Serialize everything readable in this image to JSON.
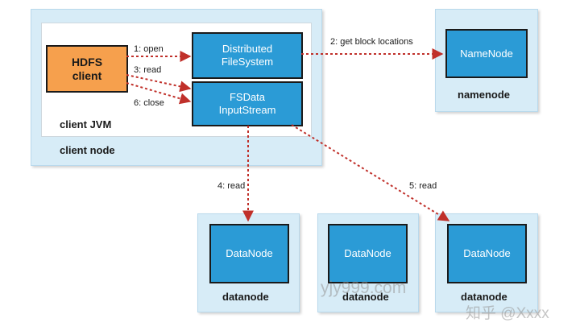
{
  "diagram": {
    "client_node": {
      "label": "client node",
      "jvm_label": "client JVM",
      "hdfs_client": "HDFS\nclient",
      "distributed_fs": "Distributed\nFileSystem",
      "fsdata_stream": "FSData\nInputStream"
    },
    "namenode": {
      "box_label": "NameNode",
      "host_label": "namenode"
    },
    "datanodes": [
      {
        "box_label": "DataNode",
        "host_label": "datanode"
      },
      {
        "box_label": "DataNode",
        "host_label": "datanode"
      },
      {
        "box_label": "DataNode",
        "host_label": "datanode"
      }
    ],
    "edges": {
      "open": "1: open",
      "get_block_locations": "2: get block locations",
      "read_3": "3: read",
      "read_4": "4: read",
      "read_5": "5: read",
      "close": "6: close"
    },
    "colors": {
      "node_bg": "#d7ecf7",
      "component_blue": "#2b9bd6",
      "client_orange": "#f6a04d",
      "arrow_red": "#c0302a"
    }
  },
  "watermarks": {
    "center": "yjy999.com",
    "corner": "知乎 @Xxxx"
  }
}
